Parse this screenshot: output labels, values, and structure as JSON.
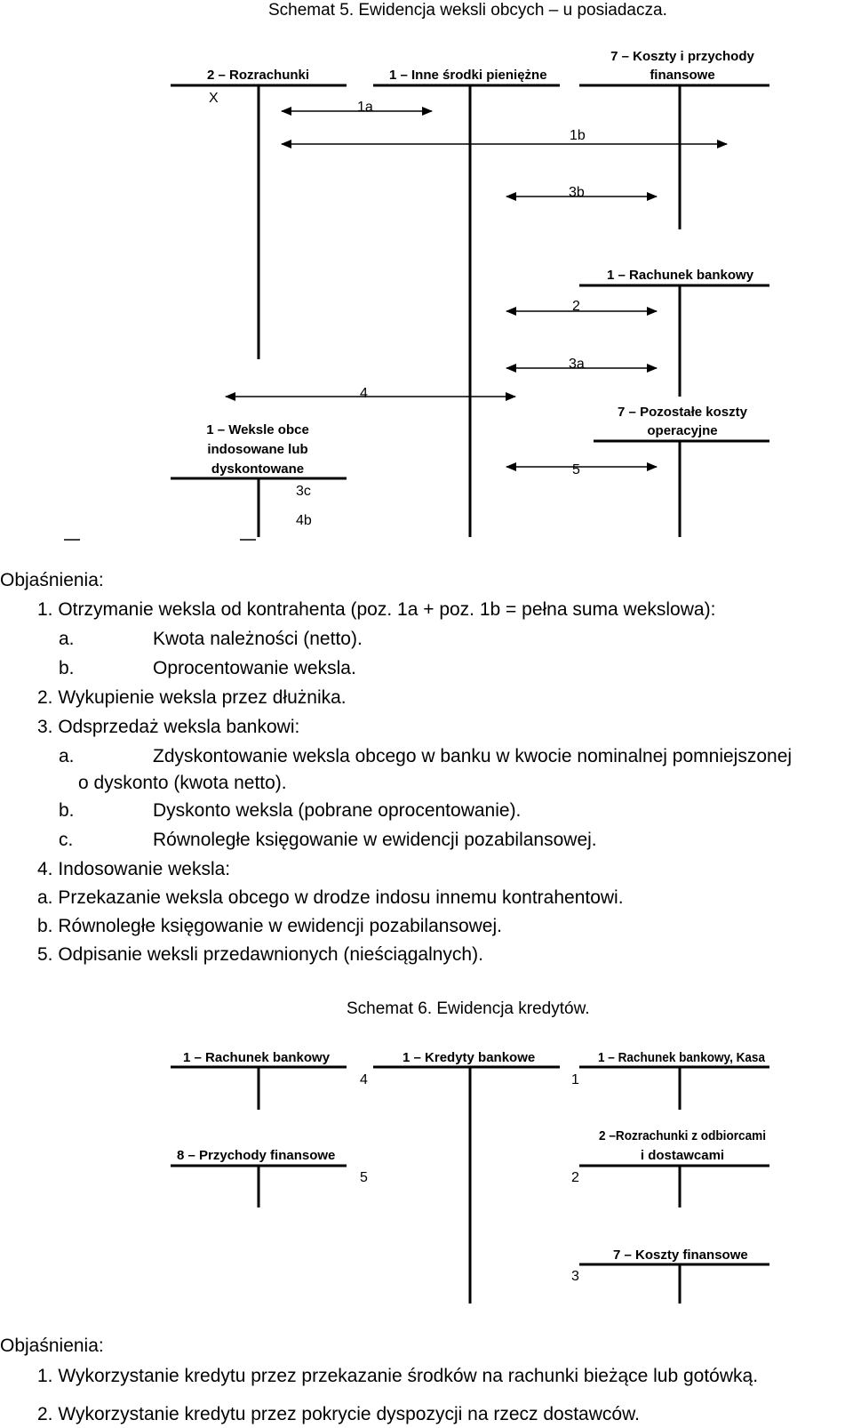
{
  "schema5": {
    "title": "Schemat 5. Ewidencja weksli obcych – u posiadacza.",
    "accounts": {
      "rozrachunki": "2 – Rozrachunki",
      "inne_srodki": "1 – Inne środki pieniężne",
      "koszty_przychody_1": "7 – Koszty i przychody",
      "koszty_przychody_2": "finansowe",
      "rachunek_bankowy": "1 – Rachunek bankowy",
      "pozostale_koszty_1": "7 – Pozostałe koszty",
      "pozostale_koszty_2": "operacyjne",
      "weksle_obce_1": "1 – Weksle obce",
      "weksle_obce_2": "indosowane lub",
      "weksle_obce_3": "dyskontowane"
    },
    "marks": {
      "x": "X",
      "m1a": "1a",
      "m1b": "1b",
      "m3b": "3b",
      "m2": "2",
      "m3a": "3a",
      "m4": "4",
      "m5": "5",
      "m3c": "3c",
      "m4b": "4b"
    },
    "explanations_header": "Objaśnienia:",
    "explanations": [
      "1. Otrzymanie weksla od kontrahenta (poz. 1a + poz. 1b = pełna suma wekslowa):",
      "a.",
      "Kwota należności (netto).",
      "b.",
      "Oprocentowanie weksla.",
      "2. Wykupienie weksla przez dłużnika.",
      "3. Odsprzedaż weksla bankowi:",
      "a.",
      "Zdyskontowanie weksla obcego w banku w kwocie nominalnej pomniejszonej",
      "o dyskonto (kwota netto).",
      "b.",
      "Dyskonto weksla (pobrane oprocentowanie).",
      "c.",
      "Równoległe księgowanie w ewidencji pozabilansowej.",
      "4. Indosowanie weksla:",
      "a. Przekazanie weksla obcego w drodze indosu innemu kontrahentowi.",
      "b. Równoległe księgowanie w ewidencji pozabilansowej.",
      "5. Odpisanie weksli przedawnionych (nieściągalnych)."
    ]
  },
  "schema6": {
    "title": "Schemat 6. Ewidencja kredytów.",
    "accounts": {
      "rachunek_bankowy": "1 – Rachunek bankowy",
      "kredyty_bankowe": "1 – Kredyty bankowe",
      "rachunek_kasa": "1 – Rachunek bankowy, Kasa",
      "przychody_finansowe": "8 – Przychody finansowe",
      "rozrachunki_1": "2 –Rozrachunki z odbiorcami",
      "rozrachunki_2": "i dostawcami",
      "koszty_finansowe": "7 – Koszty finansowe"
    },
    "marks": {
      "m4": "4",
      "m1": "1",
      "m5": "5",
      "m2": "2",
      "m3": "3"
    },
    "explanations_header": "Objaśnienia:",
    "explanations": [
      "1. Wykorzystanie kredytu przez przekazanie środków na rachunki bieżące lub gotówką.",
      "2. Wykorzystanie kredytu przez pokrycie dyspozycji na rzecz dostawców."
    ]
  }
}
